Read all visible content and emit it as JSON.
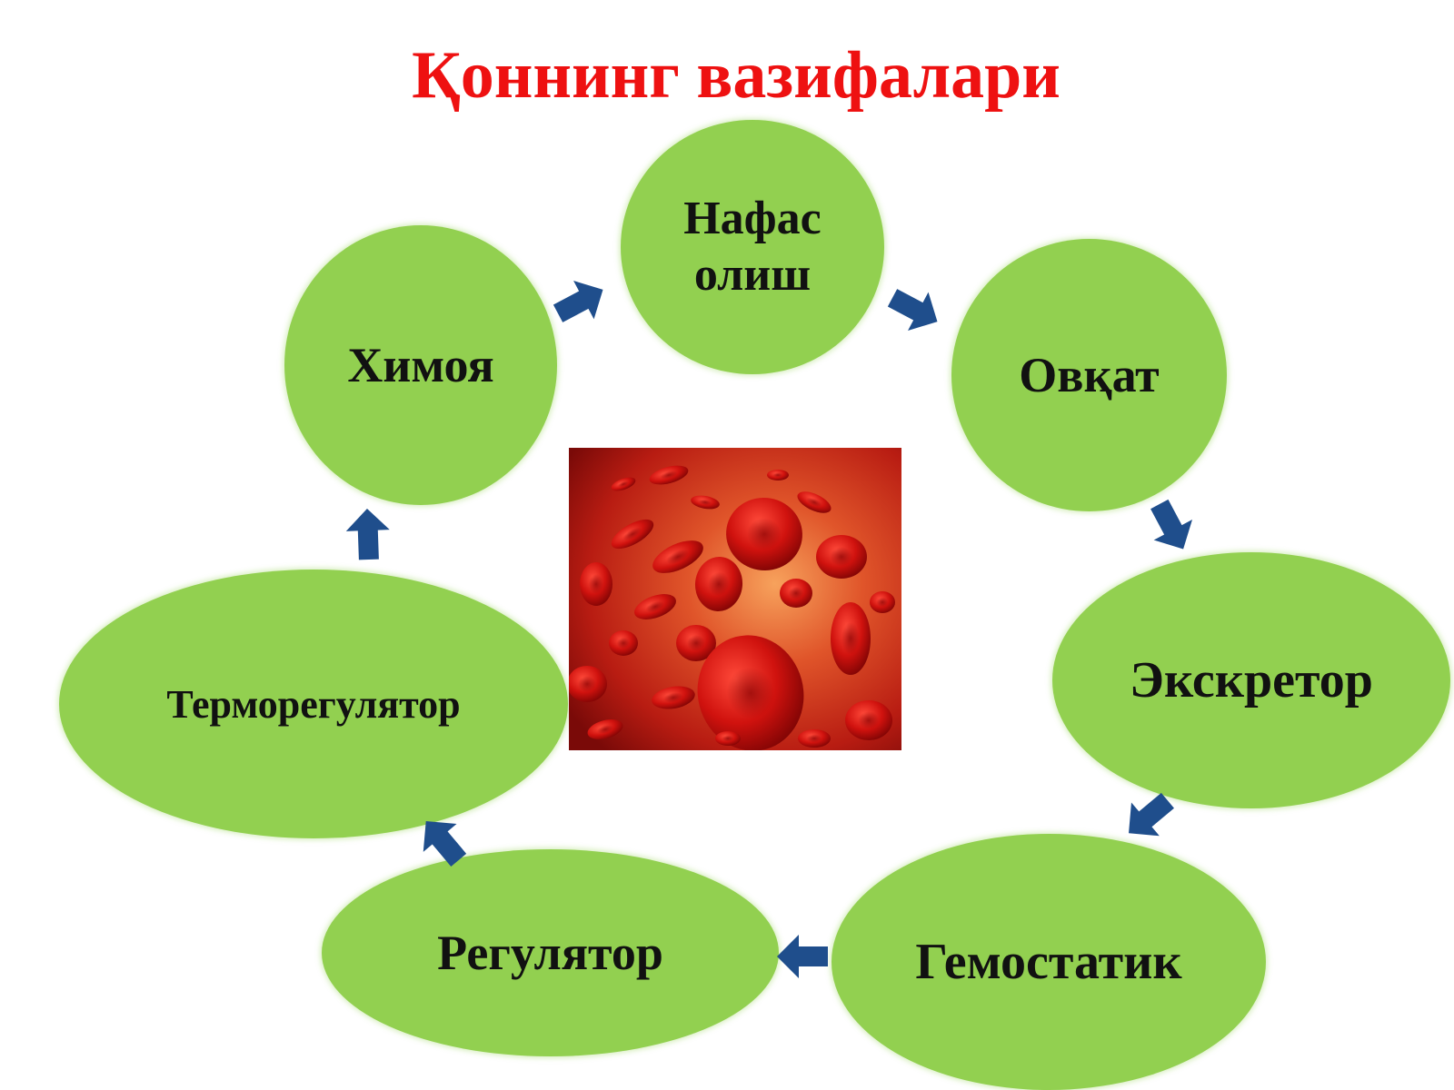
{
  "title": "Қоннинг вазифалари",
  "colors": {
    "title": "#ee1111",
    "node_fill": "#92d050",
    "arrow": "#1f4e8c",
    "text": "#111111"
  },
  "nodes": [
    {
      "label": "Нафас\nолиш"
    },
    {
      "label": "Овқат"
    },
    {
      "label": "Экскретор"
    },
    {
      "label": "Гемостатик"
    },
    {
      "label": "Регулятор"
    },
    {
      "label": "Терморегулятор"
    },
    {
      "label": "Химоя"
    }
  ],
  "center_image": "red-blood-cells-picture"
}
